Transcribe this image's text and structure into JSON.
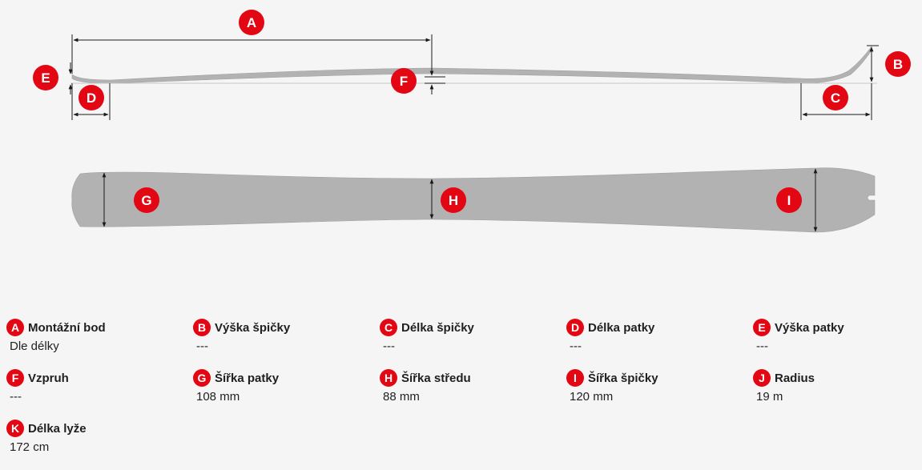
{
  "colors": {
    "background": "#f5f5f5",
    "ski_fill": "#b2b2b2",
    "dimension_line": "#1a1a1a",
    "badge": "#e30613",
    "badge_text": "#ffffff"
  },
  "markers": {
    "A": "A",
    "B": "B",
    "C": "C",
    "D": "D",
    "E": "E",
    "F": "F",
    "G": "G",
    "H": "H",
    "I": "I",
    "J": "J",
    "K": "K"
  },
  "legend": [
    {
      "letter": "A",
      "label": "Montážní bod",
      "value": "Dle délky"
    },
    {
      "letter": "B",
      "label": "Výška špičky",
      "value": "---"
    },
    {
      "letter": "C",
      "label": "Délka špičky",
      "value": "---"
    },
    {
      "letter": "D",
      "label": "Délka patky",
      "value": "---"
    },
    {
      "letter": "E",
      "label": "Výška patky",
      "value": "---"
    },
    {
      "letter": "F",
      "label": "Vzpruh",
      "value": "---"
    },
    {
      "letter": "G",
      "label": "Šířka patky",
      "value": "108 mm"
    },
    {
      "letter": "H",
      "label": "Šířka středu",
      "value": "88 mm"
    },
    {
      "letter": "I",
      "label": "Šířka špičky",
      "value": "120 mm"
    },
    {
      "letter": "J",
      "label": "Radius",
      "value": "19 m"
    },
    {
      "letter": "K",
      "label": "Délka lyže",
      "value": "172 cm"
    }
  ]
}
